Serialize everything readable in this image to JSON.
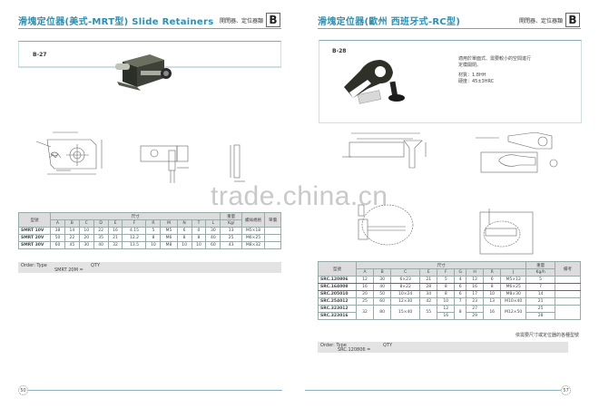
{
  "left_page": {
    "header": {
      "title": "滑塊定位器(美式-MRT型) Slide Retainers",
      "category": "開閉器、定位器類",
      "section_letter": "B"
    },
    "product_code": "B-27",
    "table": {
      "model_header": "型號",
      "dimension_group": "尺寸",
      "weight_group": "重量",
      "weight_unit": "Kg/",
      "screw_header": "螺絲規格",
      "remark_header": "單價",
      "columns": [
        "A",
        "B",
        "C",
        "D",
        "E",
        "F",
        "R",
        "M",
        "N",
        "T",
        "L"
      ],
      "rows": [
        {
          "model": "SMRT 10V",
          "values": [
            "38",
            "14",
            "10",
            "22",
            "16",
            "4.15",
            "5",
            "M5",
            "6",
            "0",
            "30"
          ],
          "weight": "13",
          "screw": "M5×18"
        },
        {
          "model": "SMRT 20V",
          "values": [
            "50",
            "22",
            "20",
            "35",
            "21",
            "12.2",
            "8",
            "M6",
            "8",
            "8",
            "40"
          ],
          "weight": "25",
          "screw": "M6×25"
        },
        {
          "model": "SMRT 30V",
          "values": [
            "60",
            "45",
            "30",
            "40",
            "32",
            "13.5",
            "10",
            "M8",
            "10",
            "10",
            "60"
          ],
          "weight": "43",
          "screw": "M8×32"
        }
      ]
    },
    "order": {
      "label": "Order: Type",
      "qty": "QTY",
      "example": "SMRT 20M ="
    },
    "page_number": "50"
  },
  "right_page": {
    "header": {
      "title": "滑塊定位器(歐州 西班牙式-RC型)",
      "category": "開閉器、定位器類",
      "section_letter": "B"
    },
    "product_code": "B-28",
    "description": {
      "line1": "適用於單面式、需要較小的空間進行",
      "line2": "定模開閉。",
      "material": "材質：1.8HH",
      "hardness": "硬度：45±3HRC"
    },
    "table": {
      "model_header": "型號",
      "dimension_group": "尺寸",
      "weight_group": "重量",
      "weight_unit": "Kg/h",
      "remark_header": "備考",
      "columns": [
        "A",
        "B",
        "C",
        "E",
        "F",
        "G",
        "H",
        "R",
        "J"
      ],
      "rows": [
        {
          "model": "SRC.120806",
          "values": [
            "12",
            "30",
            "6×23",
            "21",
            "5",
            "4",
            "12",
            "6",
            "M5×12"
          ],
          "weight": "5"
        },
        {
          "model": "SRC.164008",
          "values": [
            "16",
            "40",
            "8×22",
            "28",
            "8",
            "6",
            "16",
            "8",
            "M6×25"
          ],
          "weight": "7"
        },
        {
          "model": "SRC.205010",
          "values": [
            "20",
            "50",
            "10×24",
            "34",
            "8",
            "6",
            "17",
            "10",
            "M8×30"
          ],
          "weight": "14"
        },
        {
          "model": "SRC.254012",
          "values": [
            "25",
            "60",
            "12×30",
            "42",
            "10",
            "7",
            "23",
            "13",
            "M10×40"
          ],
          "weight": "21"
        },
        {
          "model": "SRC.323012",
          "values": [
            "32",
            "80",
            "15×40",
            "55",
            "12",
            "8",
            "27",
            "16",
            "M12×50"
          ],
          "weight": "25"
        },
        {
          "model": "SRC.323016",
          "values": [
            "",
            "",
            "",
            "",
            "16",
            "",
            "29",
            "",
            ""
          ],
          "weight": "28"
        }
      ],
      "note": "依需要尺寸或定位器的各種型號"
    },
    "order": {
      "label": "Order: Type",
      "qty": "QTY",
      "example": "SRC.120806 ="
    },
    "page_number": "57"
  },
  "watermark": "trade.china.cn"
}
